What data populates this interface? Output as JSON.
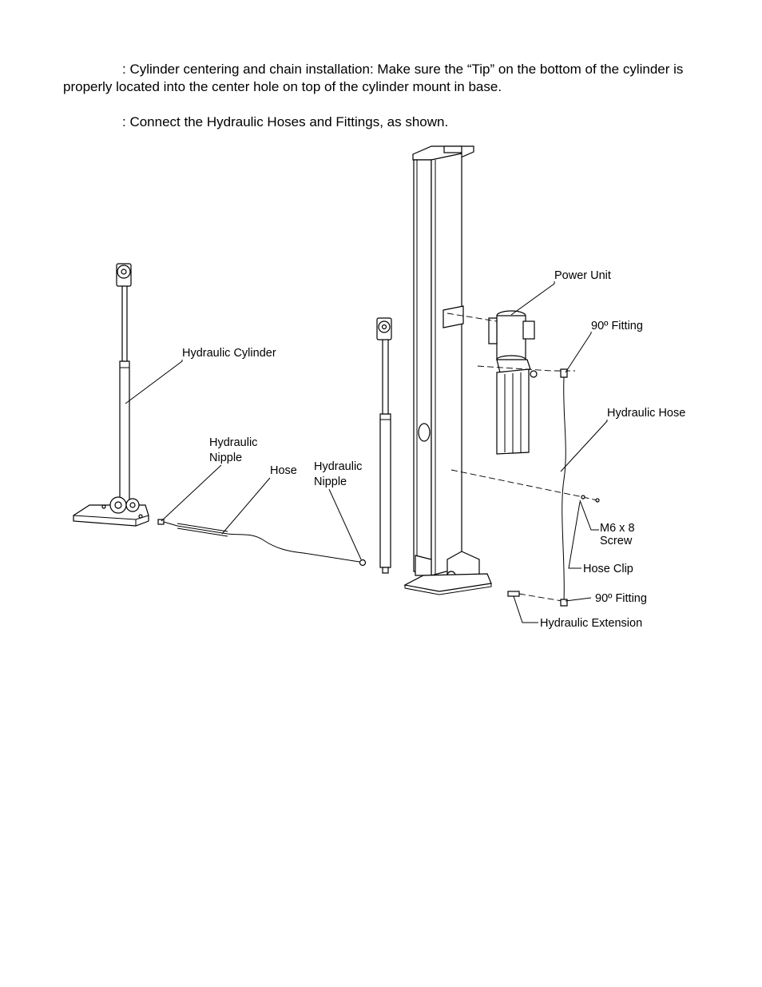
{
  "instructions": {
    "step1": ": Cylinder centering and chain installation:  Make sure the “Tip” on the bottom of the cylinder is properly located into the center hole on top of the cylinder mount in base.",
    "step2": ": Connect the Hydraulic Hoses and Fittings, as shown."
  },
  "labels": {
    "power_unit": "Power Unit",
    "fitting_top": "90º Fitting",
    "hydraulic_hose": "Hydraulic Hose",
    "hydraulic_cylinder": "Hydraulic Cylinder",
    "hydraulic_nipple_left_line1": "Hydraulic",
    "hydraulic_nipple_left_line2": "Nipple",
    "hose": "Hose",
    "hydraulic_nipple_right_line1": "Hydraulic",
    "hydraulic_nipple_right_line2": "Nipple",
    "screw_line1": "M6 x 8",
    "screw_line2": "Screw",
    "hose_clip": "Hose Clip",
    "fitting_bottom": "90º Fitting",
    "hydraulic_extension": "Hydraulic Extension"
  }
}
